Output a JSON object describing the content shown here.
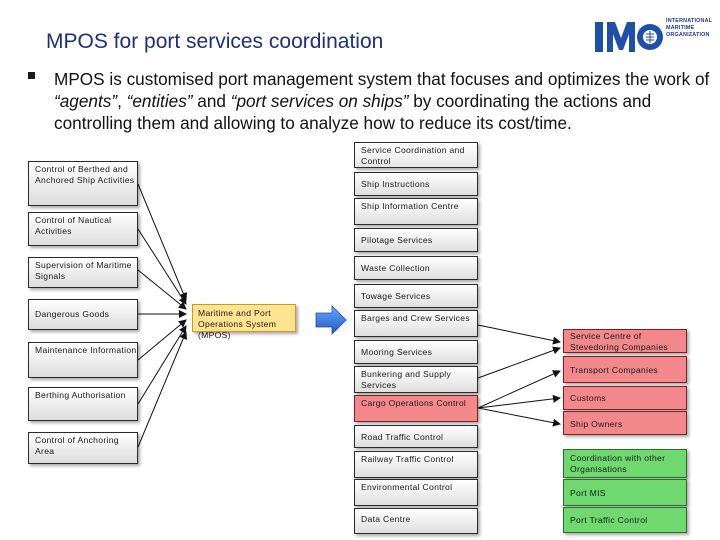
{
  "title": "MPOS for port services coordination",
  "logo": {
    "mark": "IMO",
    "line1": "INTERNATIONAL",
    "line2": "MARITIME",
    "line3": "ORGANIZATION"
  },
  "bullet": {
    "part1": "MPOS is customised port management system that focuses and optimizes the work of ",
    "agents": "“agents”",
    "sep1": ", ",
    "entities": "“entities”",
    "sep2": " and ",
    "port_services": "“port services on ships”",
    "part2": " by coordinating the actions and controlling them and allowing to analyze how to reduce its cost/time."
  },
  "diagram": {
    "left": [
      "Control of Berthed and Anchored Ship Activities",
      "Control of Nautical Activities",
      "Supervision of Maritime Signals",
      "Dangerous Goods",
      "Maintenance Information",
      "Berthing Authorisation",
      "Control of Anchoring Area"
    ],
    "center": "Maritime and Port Operations System (MPOS)",
    "services": [
      "Service Coordination and Control",
      "Ship Instructions",
      "Ship Information Centre",
      "Pilotage Services",
      "Waste Collection",
      "Towage Services",
      "Barges and Crew Services",
      "Mooring Services",
      "Bunkering and Supply Services",
      "Cargo Operations Control",
      "Road Traffic Control",
      "Railway Traffic Control",
      "Environmental Control",
      "Data Centre"
    ],
    "right_red": [
      "Service Centre of Stevedoring Companies",
      "Transport Companies",
      "Customs",
      "Ship Owners"
    ],
    "right_green": [
      "Coordination with other Organisations",
      "Port MIS",
      "Port Traffic Control"
    ]
  },
  "colors": {
    "title": "#1f2f7a",
    "center_box": "#ffe48f",
    "red_box": "#f2888c",
    "green_box": "#6fd86f",
    "arrow": "#2f6fd0"
  }
}
